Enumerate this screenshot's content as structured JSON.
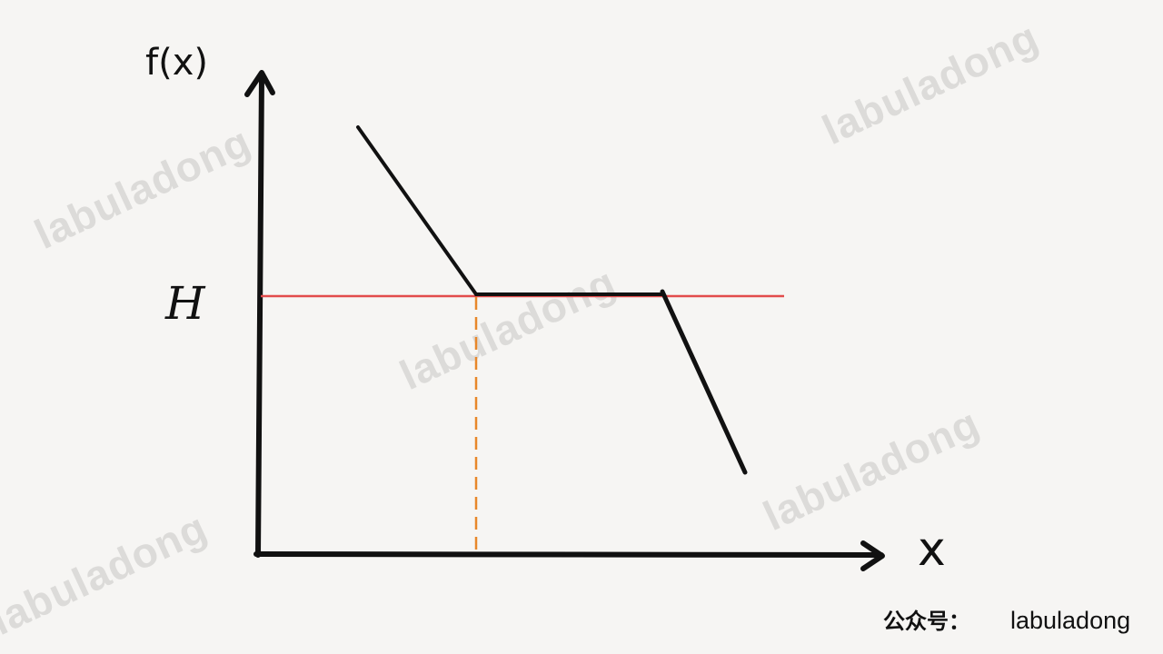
{
  "diagram": {
    "y_axis_label": "f(x)",
    "x_axis_label": "x",
    "threshold_label": "H",
    "watermark": "labuladong",
    "footer": {
      "prefix": "公众号：",
      "handle": "labuladong"
    },
    "colors": {
      "background": "#f6f5f3",
      "axis": "#111111",
      "curve": "#111111",
      "threshold_line": "#e24b4b",
      "dashed_marker": "#e8872a",
      "watermark": "#dcdbd9"
    }
  }
}
